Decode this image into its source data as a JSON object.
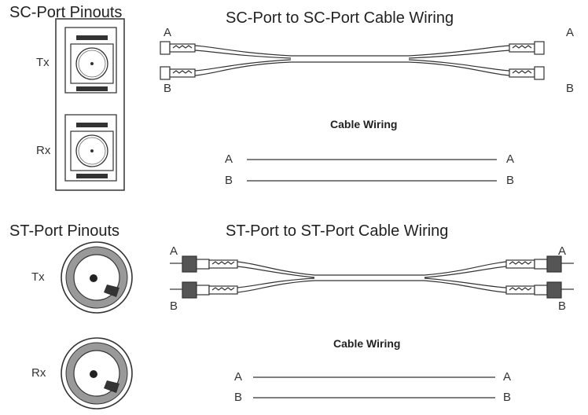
{
  "sc": {
    "pinouts_title": "SC-Port Pinouts",
    "cable_title": "SC-Port to SC-Port Cable Wiring",
    "tx_label": "Tx",
    "rx_label": "Rx",
    "end_a": "A",
    "end_b": "B",
    "wiring_title": "Cable Wiring",
    "wiring_rows": [
      {
        "left": "A",
        "right": "A"
      },
      {
        "left": "B",
        "right": "B"
      }
    ]
  },
  "st": {
    "pinouts_title": "ST-Port Pinouts",
    "cable_title": "ST-Port to ST-Port Cable Wiring",
    "tx_label": "Tx",
    "rx_label": "Rx",
    "end_a": "A",
    "end_b": "B",
    "wiring_title": "Cable Wiring",
    "wiring_rows": [
      {
        "left": "A",
        "right": "A"
      },
      {
        "left": "B",
        "right": "B"
      }
    ]
  }
}
